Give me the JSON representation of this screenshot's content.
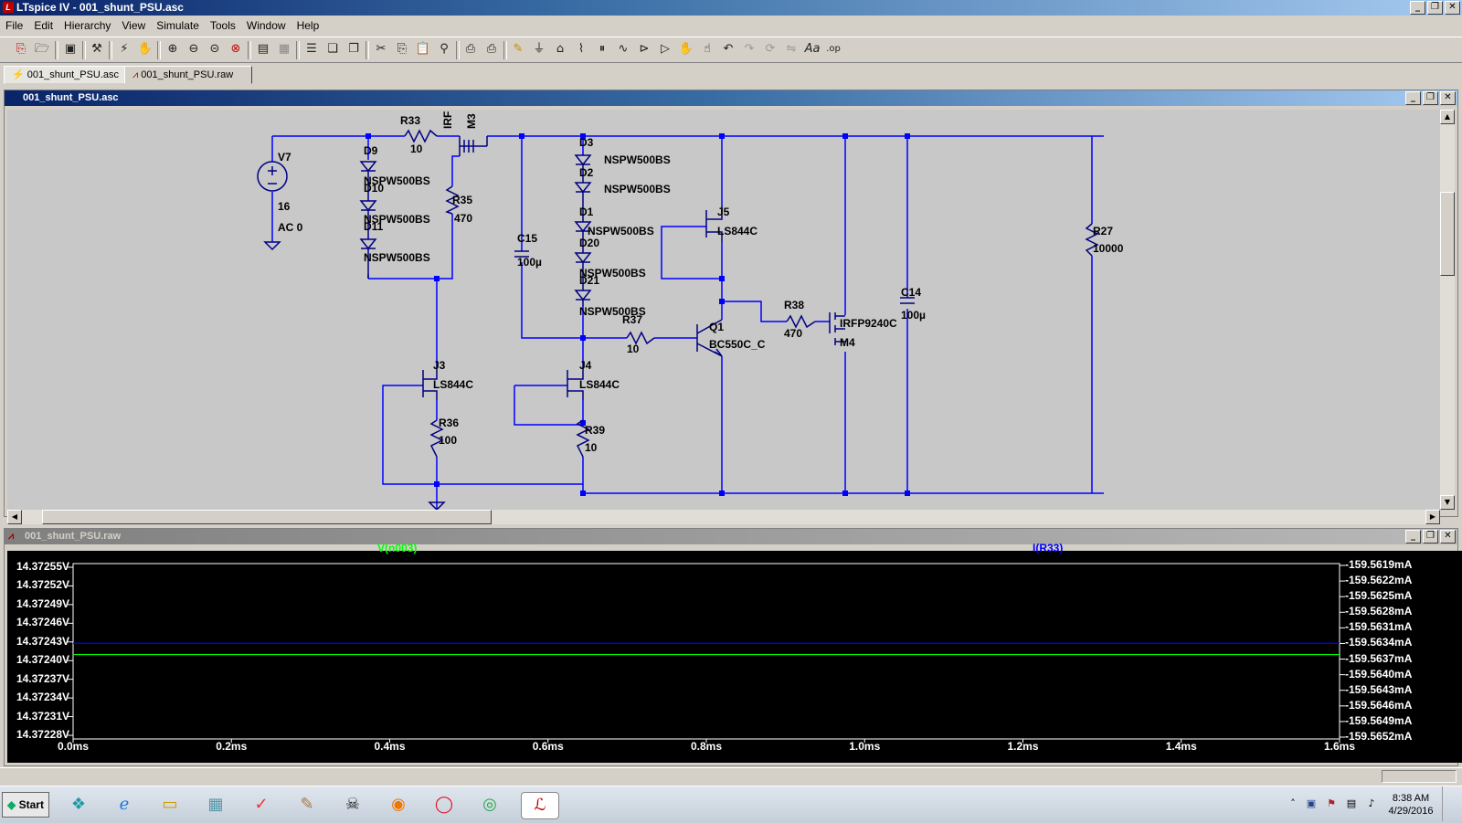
{
  "app": {
    "title": "LTspice IV - 001_shunt_PSU.asc",
    "icon": "ltspice-logo-icon"
  },
  "menu": [
    "File",
    "Edit",
    "Hierarchy",
    "View",
    "Simulate",
    "Tools",
    "Window",
    "Help"
  ],
  "toolbar": {
    "icons": [
      "new-schematic-icon",
      "open-icon",
      "save-icon",
      "control-panel-icon",
      "run-icon",
      "halt-icon",
      "zoom-in-icon",
      "zoom-out-icon",
      "zoom-back-icon",
      "zoom-fit-icon",
      "autorange-icon",
      "grid-icon",
      "tile-horizontal-icon",
      "tile-vertical-icon",
      "cascade-icon",
      "cut-icon",
      "copy-icon",
      "paste-icon",
      "find-icon",
      "print-setup-icon",
      "print-icon",
      "wire-icon",
      "ground-icon",
      "label-net-icon",
      "resistor-icon",
      "capacitor-icon",
      "inductor-icon",
      "diode-icon",
      "component-icon",
      "move-icon",
      "drag-icon",
      "undo-icon",
      "redo-icon",
      "rotate-icon",
      "mirror-icon",
      "text-icon",
      "spice-directive-icon"
    ]
  },
  "tabs": [
    {
      "label": "001_shunt_PSU.asc",
      "icon": "schematic-icon"
    },
    {
      "label": "001_shunt_PSU.raw",
      "icon": "waveform-icon"
    }
  ],
  "schematic_window": {
    "title": "001_shunt_PSU.asc",
    "components": {
      "V7": {
        "name": "V7",
        "value": "16",
        "ac": "AC 0"
      },
      "R33": {
        "name": "R33",
        "value": "10"
      },
      "M3": {
        "name": "M3",
        "model": "IRF"
      },
      "D9": "D9",
      "D10": "D10",
      "D11": "D11",
      "diode_model": "NSPW500BS",
      "R35": {
        "name": "R35",
        "value": "470"
      },
      "C15": {
        "name": "C15",
        "value": "100µ"
      },
      "D3": "D3",
      "D2": "D2",
      "D1": "D1",
      "D20": "D20",
      "D21": "D21",
      "J5": {
        "name": "J5",
        "model": "LS844C"
      },
      "J3": {
        "name": "J3",
        "model": "LS844C"
      },
      "J4": {
        "name": "J4",
        "model": "LS844C"
      },
      "R37": {
        "name": "R37",
        "value": "10"
      },
      "Q1": {
        "name": "Q1",
        "model": "BC550C_C"
      },
      "R38": {
        "name": "R38",
        "value": "470"
      },
      "M4": {
        "name": "M4",
        "model": "IRFP9240C"
      },
      "C14": {
        "name": "C14",
        "value": "100µ"
      },
      "R27": {
        "name": "R27",
        "value": "10000"
      },
      "R36": {
        "name": "R36",
        "value": "100"
      },
      "R39": {
        "name": "R39",
        "value": "10"
      }
    }
  },
  "waveform_window": {
    "title": "001_shunt_PSU.raw",
    "trace1_label": "V(n003)",
    "trace2_label": "I(R33)"
  },
  "chart_data": {
    "type": "line",
    "title": "",
    "xlabel": "",
    "ylabel": "",
    "x_ticks": [
      "0.0ms",
      "0.2ms",
      "0.4ms",
      "0.6ms",
      "0.8ms",
      "1.0ms",
      "1.2ms",
      "1.4ms",
      "1.6ms"
    ],
    "xlim": [
      0,
      1.6
    ],
    "y_ticks_left": [
      "14.37255V",
      "14.37252V",
      "14.37249V",
      "14.37246V",
      "14.37243V",
      "14.37240V",
      "14.37237V",
      "14.37234V",
      "14.37231V",
      "14.37228V"
    ],
    "ylim_left": [
      14.37228,
      14.37255
    ],
    "y_ticks_right": [
      "-159.5619mA",
      "-159.5622mA",
      "-159.5625mA",
      "-159.5628mA",
      "-159.5631mA",
      "-159.5634mA",
      "-159.5637mA",
      "-159.5640mA",
      "-159.5643mA",
      "-159.5646mA",
      "-159.5649mA",
      "-159.5652mA"
    ],
    "ylim_right": [
      -159.5652,
      -159.5619
    ],
    "background": "#000000",
    "series": [
      {
        "name": "V(n003)",
        "axis": "left",
        "color": "#00ff00",
        "x": [
          0.0,
          1.6
        ],
        "y": [
          14.37241,
          14.37241
        ]
      },
      {
        "name": "I(R33)",
        "axis": "right",
        "color": "#0000ff",
        "x": [
          0.0,
          1.6
        ],
        "y": [
          -159.5634,
          -159.5634
        ]
      }
    ]
  },
  "taskbar": {
    "start_label": "Start",
    "apps": [
      "kodi-icon",
      "internet-explorer-icon",
      "file-explorer-icon",
      "calculator-icon",
      "vivaldi-icon",
      "paint-icon",
      "alien-icon",
      "firefox-icon",
      "opera-icon",
      "chrome-icon",
      "ltspice-icon"
    ],
    "clock_time": "8:38 AM",
    "clock_date": "4/29/2016"
  },
  "colors": {
    "schematic_bg": "#c8c8c8",
    "wire": "#0000ff",
    "component": "#000080",
    "waveform_bg": "#000000",
    "trace_voltage": "#00ff00",
    "trace_current": "#0000ff"
  }
}
